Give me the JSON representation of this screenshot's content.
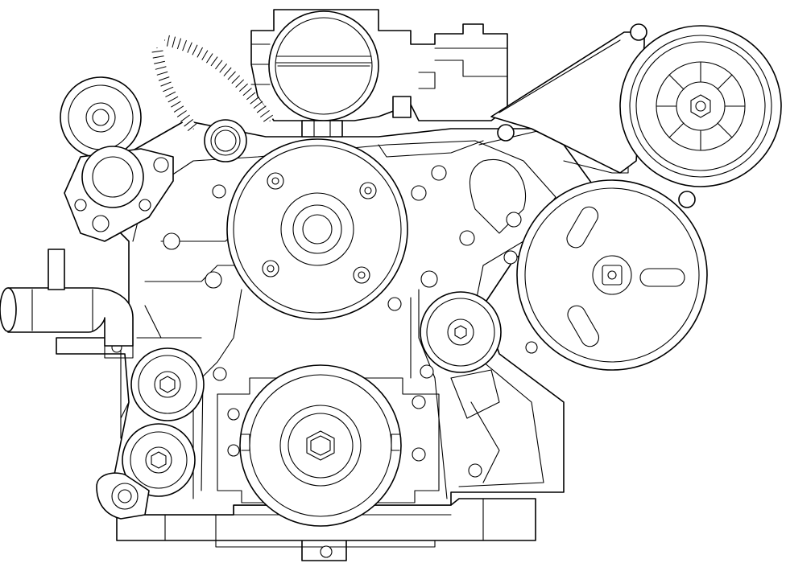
{
  "diagram": {
    "kind": "engine front line drawing",
    "stroke_color": "#000000",
    "background_color": "#ffffff",
    "components": [
      "alternator",
      "idler-pulley-upper-left",
      "water-pump-pulley",
      "tensioner-pulley",
      "power-steering-pulley",
      "idler-pulley-center",
      "idler-pulley-lower-left-upper",
      "idler-pulley-lower-left-lower",
      "crankshaft-pulley",
      "coolant-outlet-pipe",
      "throttle-body",
      "timing-cover",
      "oil-pan"
    ]
  }
}
